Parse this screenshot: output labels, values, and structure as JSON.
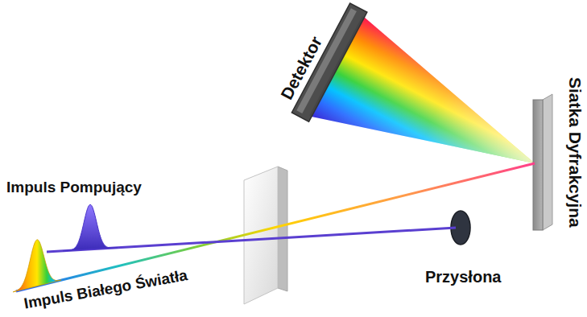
{
  "diagram": {
    "labels": [
      "Detektor",
      "Siatka Dyfrakcyjna",
      "Impuls Pompujący",
      "Impuls Białego Światła",
      "Przysłona"
    ]
  }
}
